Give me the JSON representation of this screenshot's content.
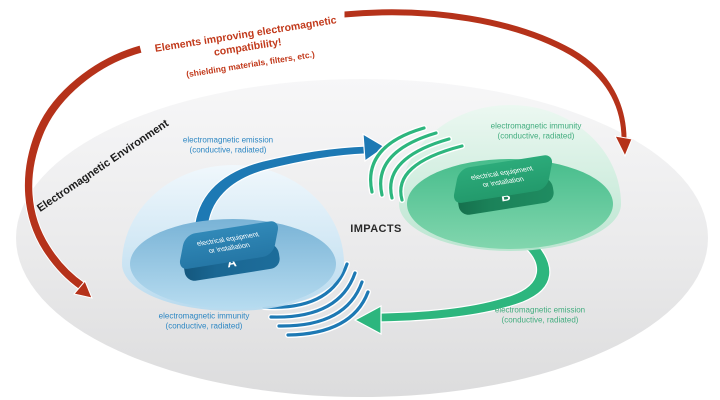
{
  "diagram": {
    "banner": {
      "title_line1": "Elements improving electromagnetic",
      "title_line2": "compatibility!",
      "subtitle": "(shielding materials, filters, etc.)"
    },
    "environment_label": "Electromagnetic Environment",
    "impacts_label": "IMPACTS",
    "device_a": {
      "letter": "A",
      "equipment_line1": "electrical equipment",
      "equipment_line2": "or installation",
      "emission_line1": "electromagnetic emission",
      "emission_line2": "(conductive, radiated)",
      "immunity_line1": "electromagnetic immunity",
      "immunity_line2": "(conductive, radiated)"
    },
    "device_b": {
      "letter": "B",
      "equipment_line1": "electrical equipment",
      "equipment_line2": "or installation",
      "emission_line1": "electromagnetic emission",
      "emission_line2": "(conductive, radiated)",
      "immunity_line1": "electromagnetic immunity",
      "immunity_line2": "(conductive, radiated)"
    },
    "colors": {
      "red_arrow": "#b5321a",
      "red_text": "#c23a1c",
      "blue_arrow": "#1d79b4",
      "blue_text": "#2d87c3",
      "green_arrow": "#2db67e",
      "green_text": "#43ad7f",
      "blue_bowl": "#8fc3e0",
      "green_bowl": "#5ec79a",
      "environment_gray": "#e3e3e4"
    }
  }
}
